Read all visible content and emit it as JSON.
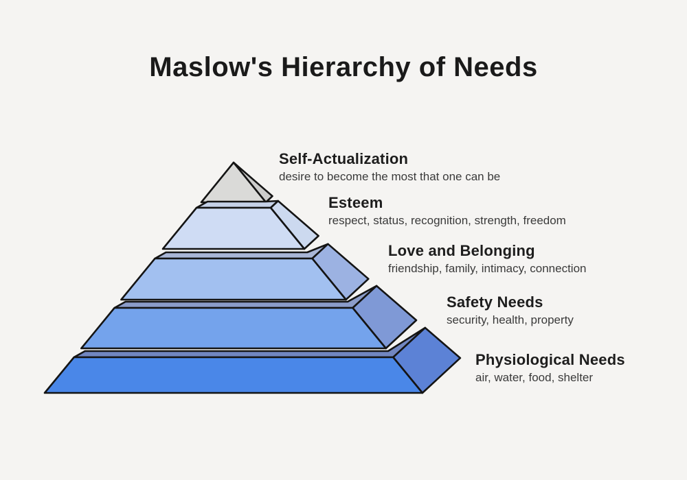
{
  "title": "Maslow's Hierarchy of Needs",
  "background_color": "#f5f4f2",
  "diagram_type": "pyramid",
  "levels": [
    {
      "rank": 1,
      "name": "Self-Actualization",
      "description": "desire to become the most that one can be",
      "front_color": "#dadad8",
      "side_color": "#cccccb",
      "lip_color": null
    },
    {
      "rank": 2,
      "name": "Esteem",
      "description": "respect, status, recognition, strength, freedom",
      "front_color": "#cfdcf4",
      "side_color": "#ccd9ef",
      "lip_color": "#c5d1e8"
    },
    {
      "rank": 3,
      "name": "Love and Belonging",
      "description": "friendship, family, intimacy, connection",
      "front_color": "#a2c0f0",
      "side_color": "#9cb2e2",
      "lip_color": "#a9b6d6"
    },
    {
      "rank": 4,
      "name": "Safety Needs",
      "description": "security, health, property",
      "front_color": "#74a3ec",
      "side_color": "#7f99d6",
      "lip_color": "#8b9cc9"
    },
    {
      "rank": 5,
      "name": "Physiological Needs",
      "description": "air, water, food, shelter",
      "front_color": "#4a87e8",
      "side_color": "#5c82d6",
      "lip_color": "#7186c0"
    }
  ]
}
